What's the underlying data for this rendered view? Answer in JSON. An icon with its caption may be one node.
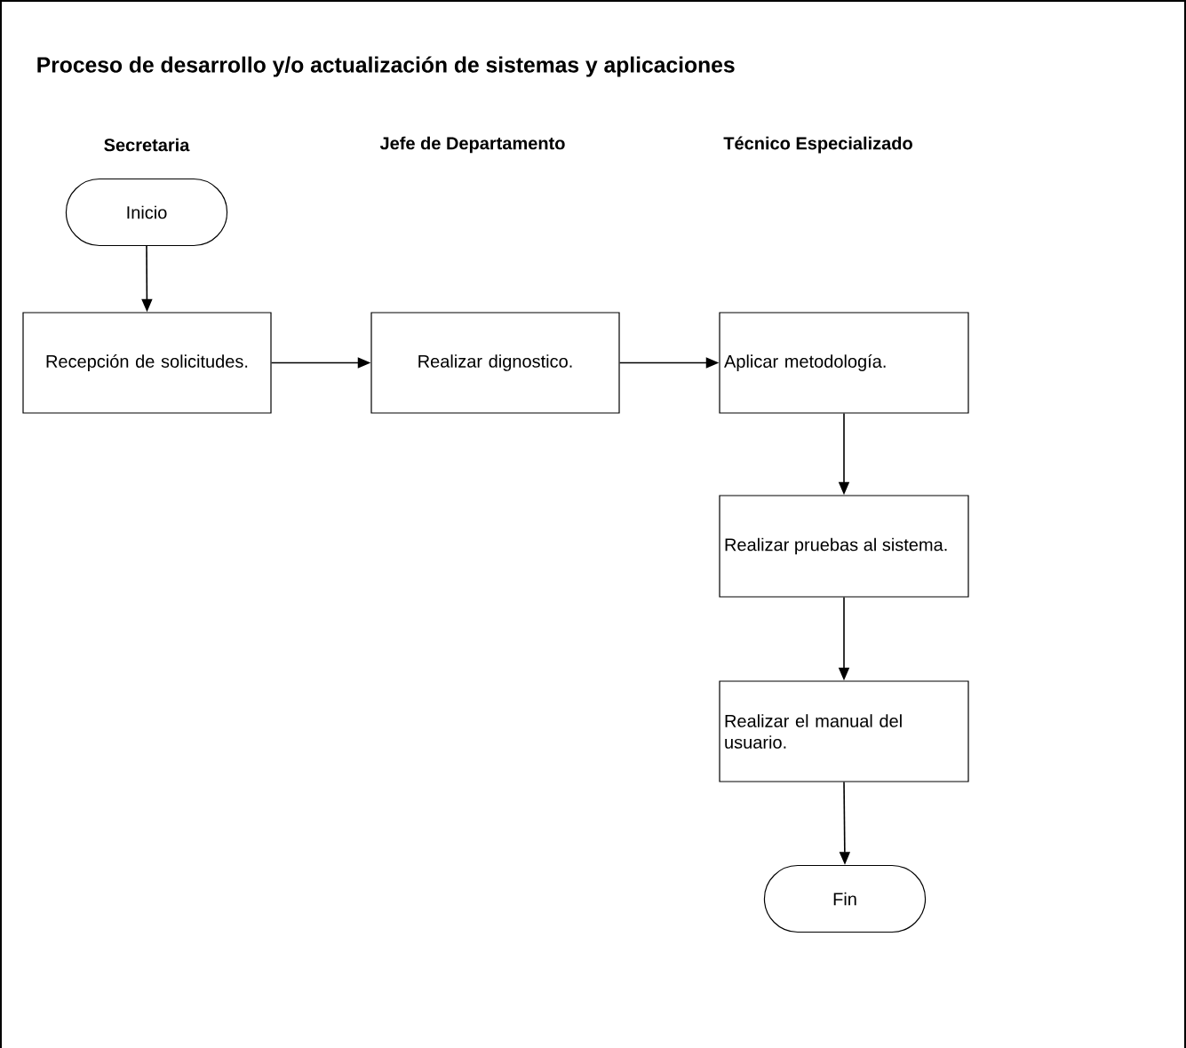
{
  "diagram": {
    "title": "Proceso de desarrollo y/o actualización de sistemas y aplicaciones",
    "nodes": [
      {
        "text": [
          "Inicio"
        ]
      },
      {
        "text": [
          "Recepción de solicitudes."
        ]
      },
      {
        "text": [
          "Realizar dignostico."
        ]
      },
      {
        "text": [
          "Aplicar metodología."
        ]
      },
      {
        "text": [
          "Realizar pruebas al sistema."
        ]
      },
      {
        "text": [
          "Realizar el manual del usuario."
        ]
      },
      {
        "text": [
          "Fin"
        ]
      }
    ],
    "edges": [
      {
        "from": 0,
        "to": 1,
        "arrow": "to"
      },
      {
        "from": 1,
        "to": 2,
        "arrow": "to"
      },
      {
        "from": 2,
        "to": 3,
        "arrow": "to"
      },
      {
        "from": 3,
        "to": 4,
        "arrow": "to"
      },
      {
        "from": 4,
        "to": 5,
        "arrow": "to"
      },
      {
        "from": 5,
        "to": 6,
        "arrow": "to"
      }
    ],
    "labels": [
      "Secretaria",
      "Jefe de Departamento",
      "Técnico Especializado"
    ]
  }
}
